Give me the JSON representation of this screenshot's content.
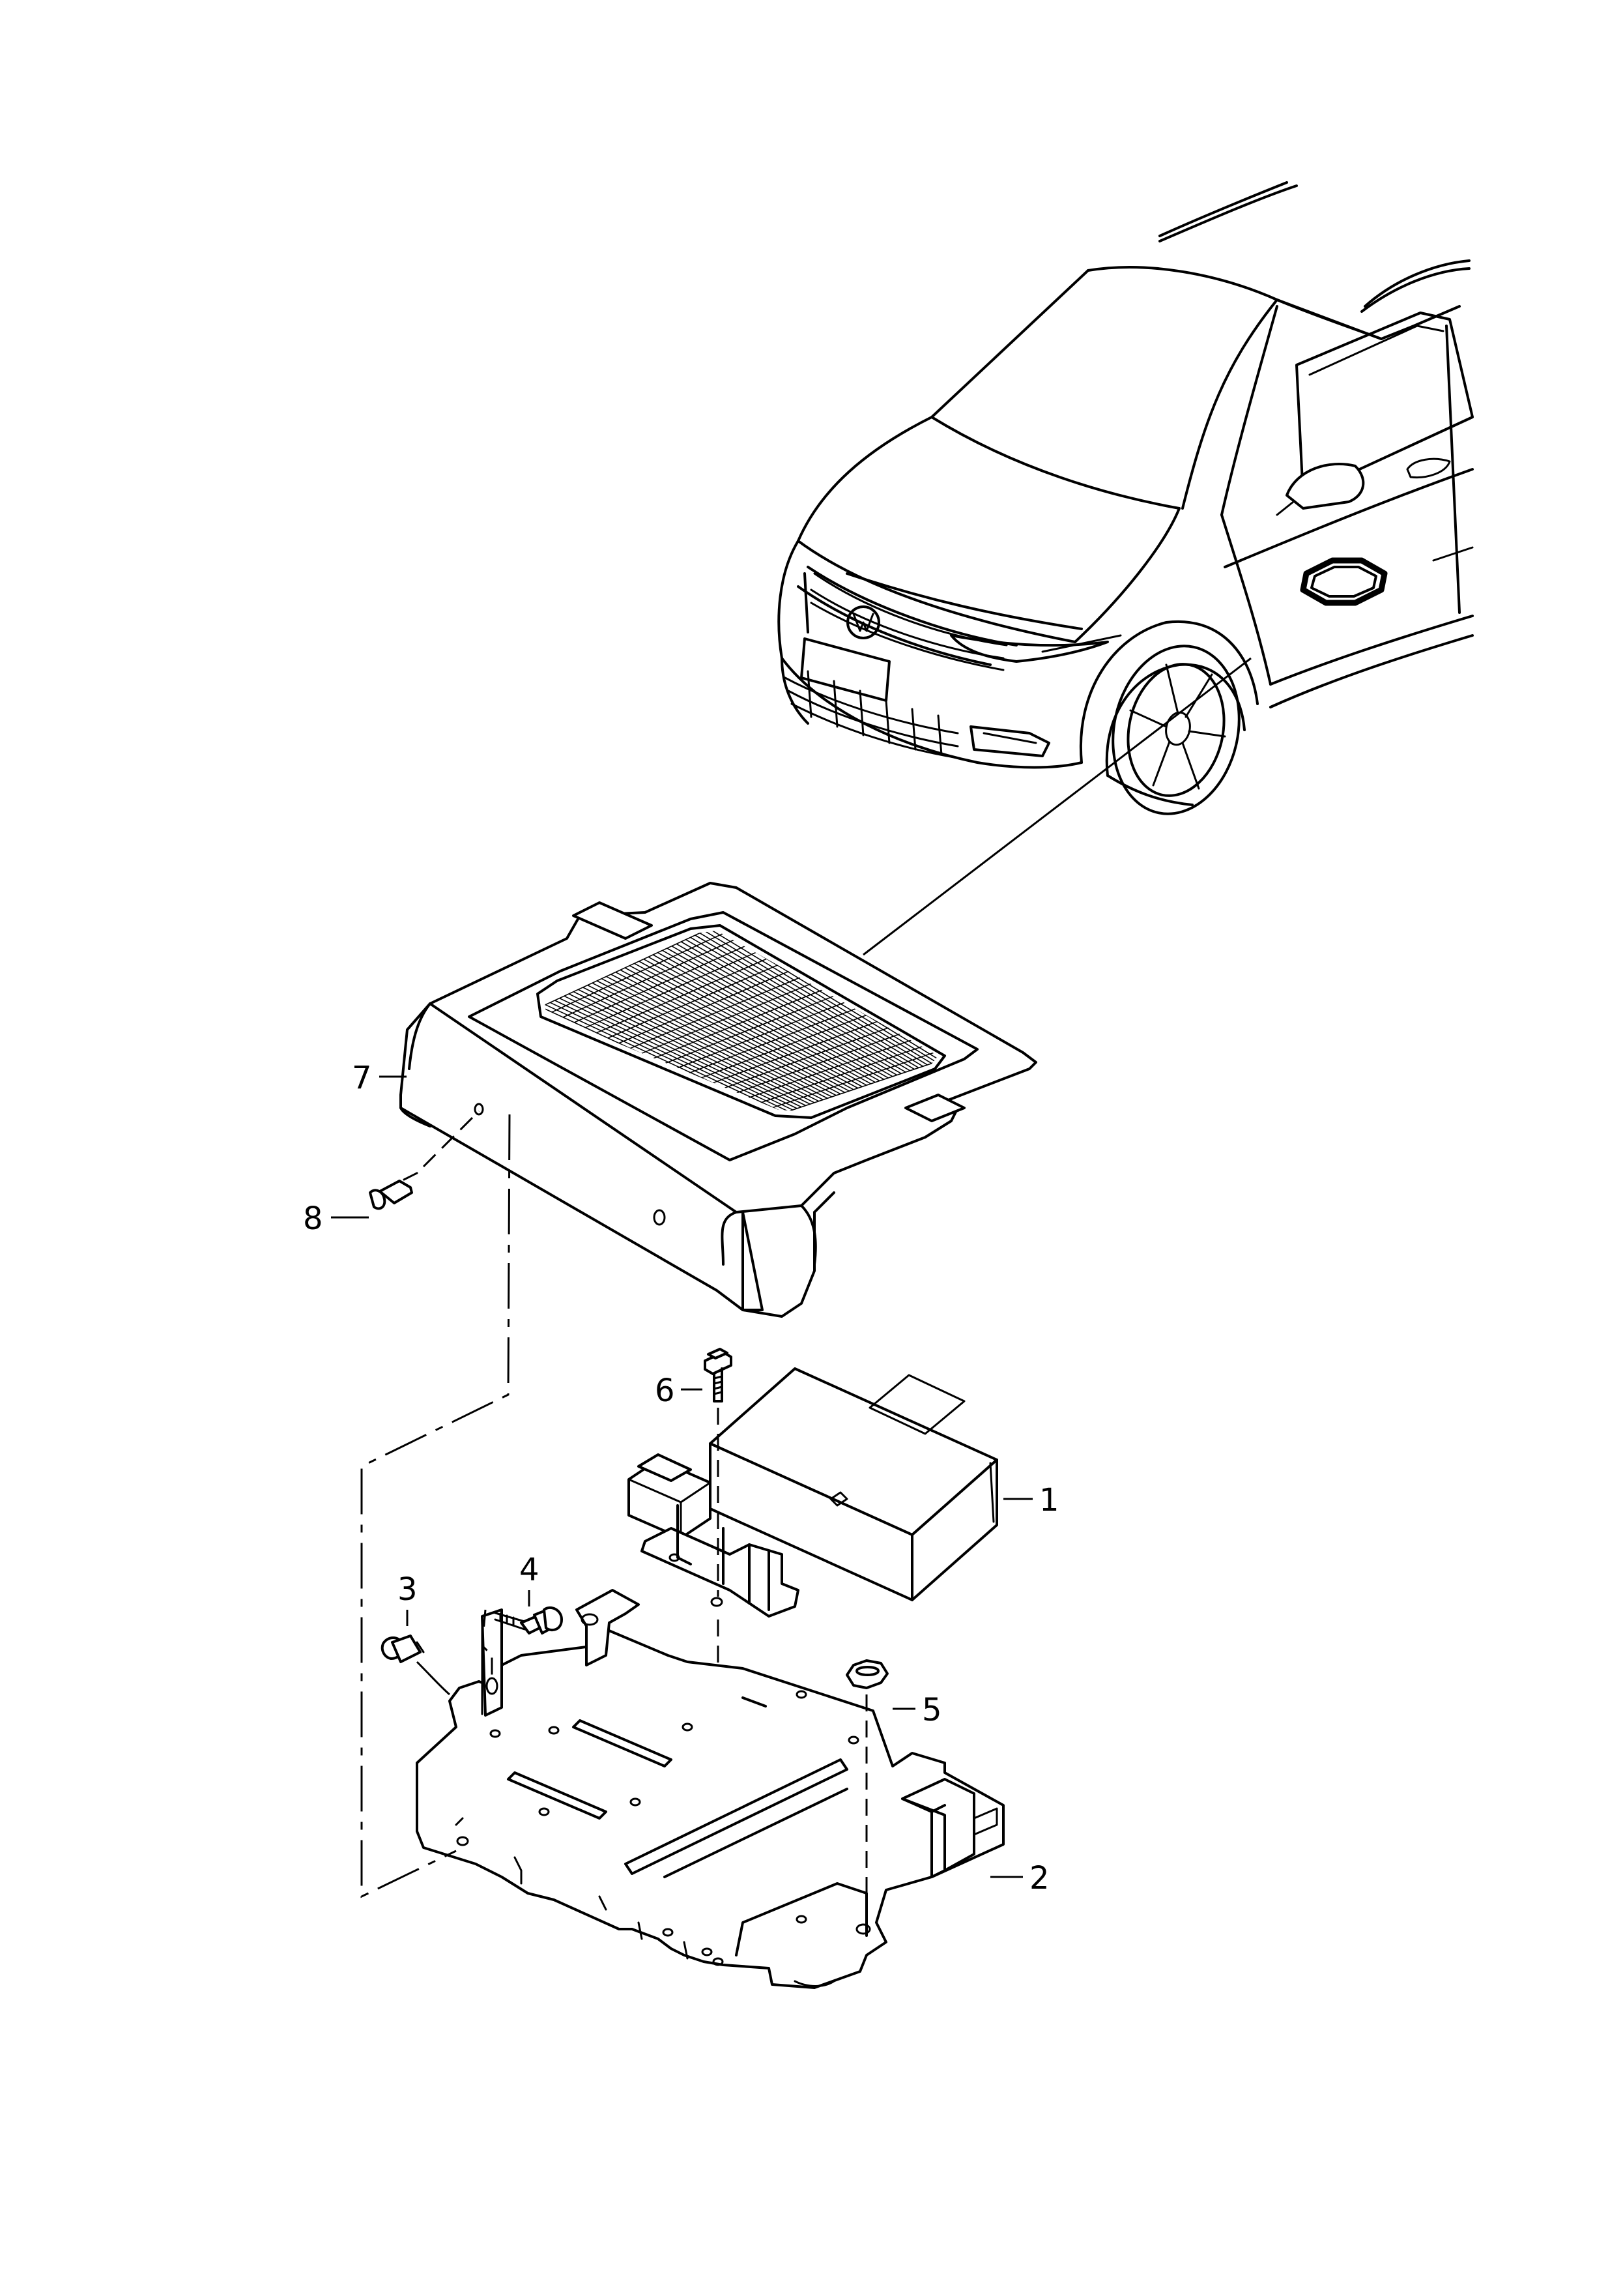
{
  "diagram": {
    "callouts": [
      {
        "id": "c1",
        "label": "1"
      },
      {
        "id": "c2",
        "label": "2"
      },
      {
        "id": "c3",
        "label": "3"
      },
      {
        "id": "c4",
        "label": "4"
      },
      {
        "id": "c5",
        "label": "5"
      },
      {
        "id": "c6",
        "label": "6"
      },
      {
        "id": "c7",
        "label": "7"
      },
      {
        "id": "c8",
        "label": "8"
      }
    ]
  },
  "colors": {
    "line": "#000000",
    "background": "#ffffff"
  }
}
